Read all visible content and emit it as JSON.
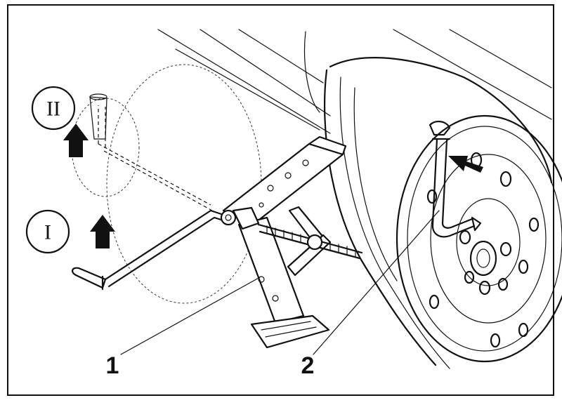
{
  "labels": {
    "stage_ii": "II",
    "stage_i": "I",
    "callout_jack": "1",
    "callout_wrench": "2"
  },
  "colors": {
    "ink": "#111111",
    "paper": "#ffffff"
  },
  "icons": [
    "up-arrow-icon",
    "left-arrow-icon"
  ]
}
